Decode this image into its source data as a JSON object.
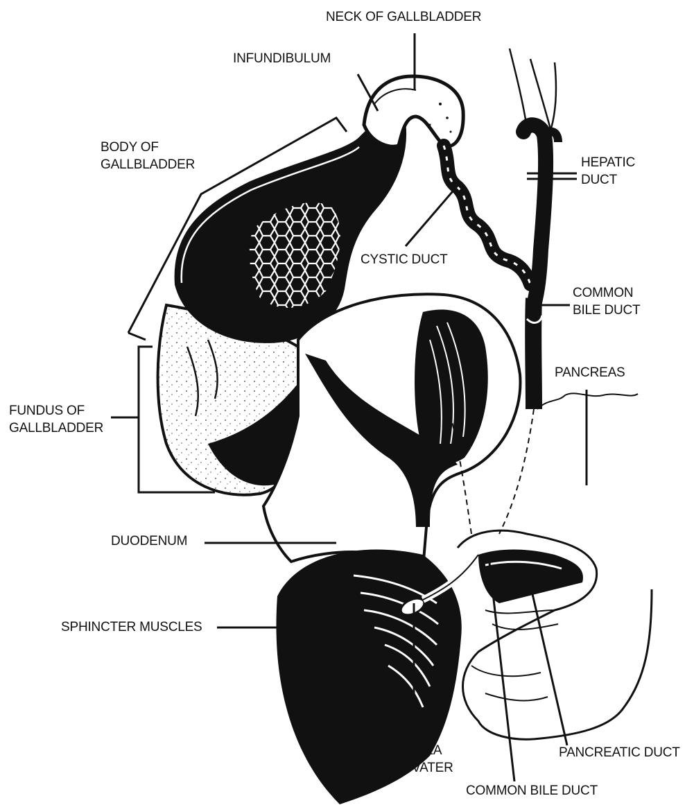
{
  "labels": {
    "neck_of_gallbladder": "NECK OF GALLBLADDER",
    "infundibulum": "INFUNDIBULUM",
    "body_of_gallbladder": [
      "BODY OF",
      "GALLBLADDER"
    ],
    "hepatic_duct": [
      "HEPATIC",
      "DUCT"
    ],
    "cystic_duct": "CYSTIC DUCT",
    "common_bile_duct_upper": [
      "COMMON",
      "BILE DUCT"
    ],
    "pancreas": "PANCREAS",
    "fundus_of_gallbladder": [
      "FUNDUS OF",
      "GALLBLADDER"
    ],
    "duodenum": "DUODENUM",
    "sphincter_muscles": "SPHINCTER MUSCLES",
    "pancreatic_duct": "PANCREATIC DUCT",
    "papilla_of_vater": [
      "PAPILLA",
      "OF VATER"
    ],
    "common_bile_duct_lower": "COMMON BILE DUCT"
  },
  "colors": {
    "ink": "#111111",
    "paper": "#ffffff"
  }
}
